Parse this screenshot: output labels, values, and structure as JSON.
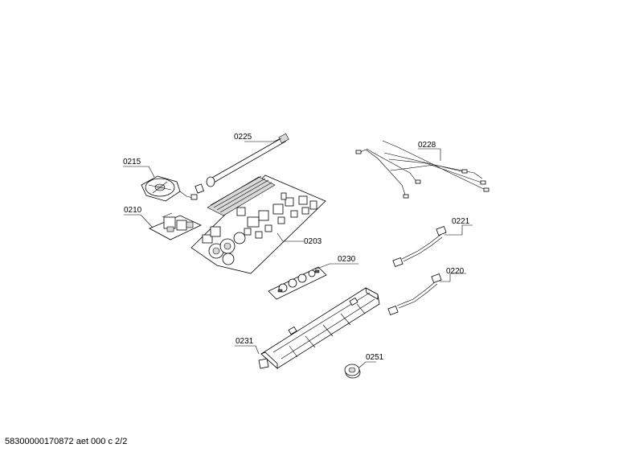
{
  "labels": {
    "p0225": "0225",
    "p0228": "0228",
    "p0215": "0215",
    "p0210": "0210",
    "p0203": "0203",
    "p0221": "0221",
    "p0230": "0230",
    "p0220": "0220",
    "p0231": "0231",
    "p0251": "0251"
  },
  "footer": {
    "doc_id": "58300000170872 aet 000 c 2/2"
  }
}
